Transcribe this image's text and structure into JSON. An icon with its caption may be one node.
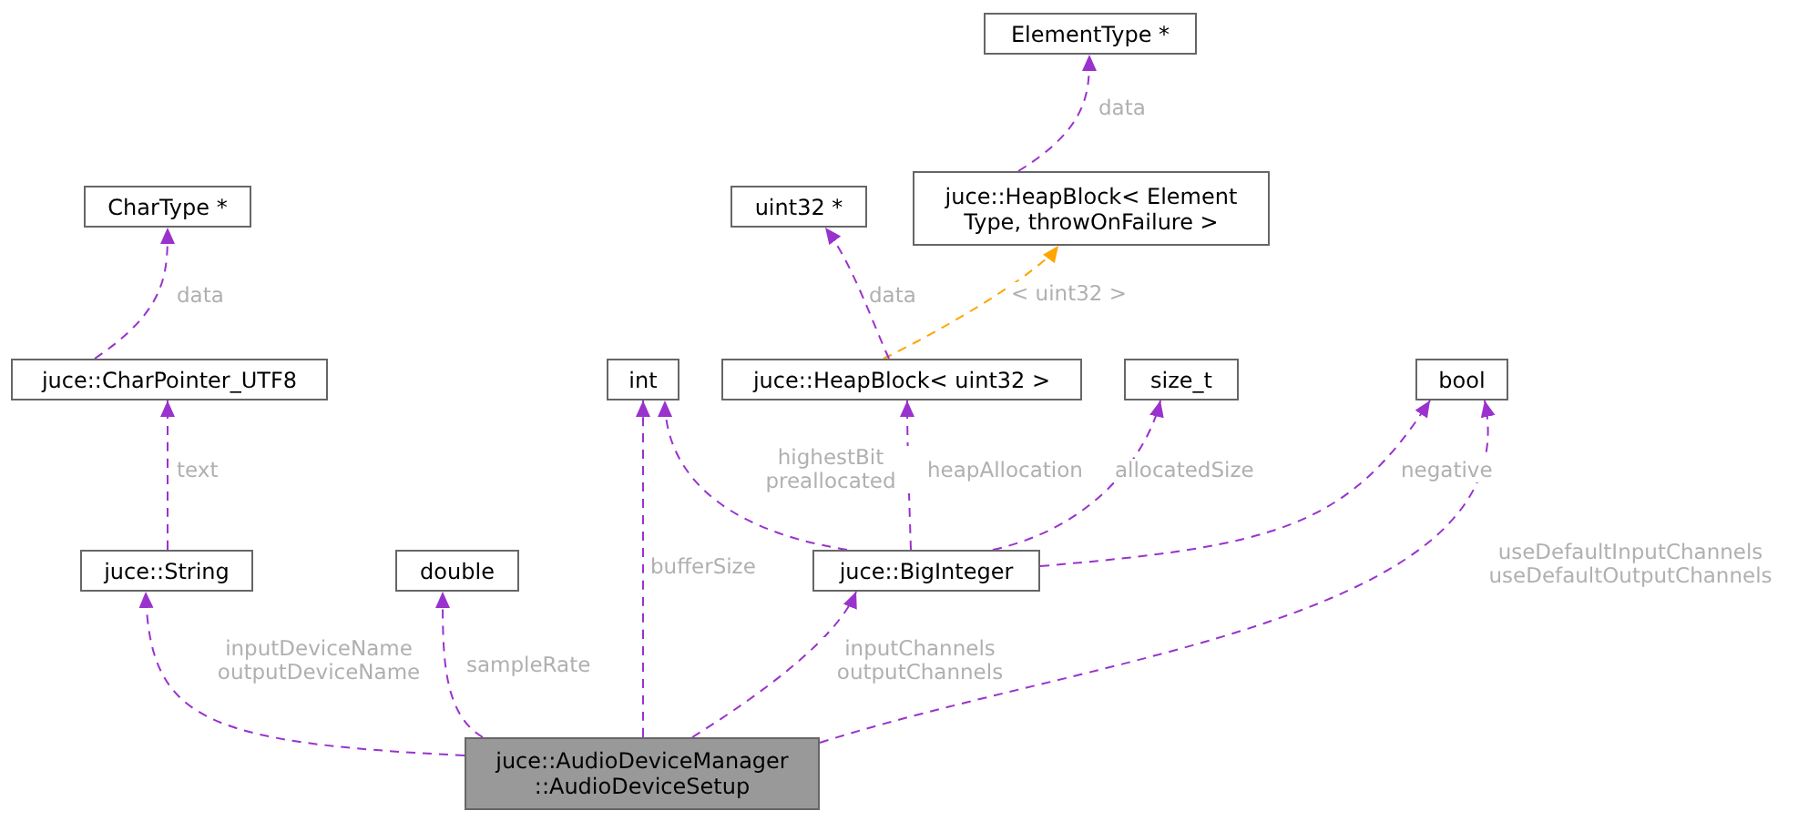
{
  "diagram": {
    "nodes": [
      {
        "text": [
          "ElementType *"
        ]
      },
      {
        "text": [
          "CharType *"
        ]
      },
      {
        "text": [
          "juce::HeapBlock< Element Type, throwOnFailure >"
        ]
      },
      {
        "text": [
          "uint32 *"
        ]
      },
      {
        "text": [
          "juce::CharPointer_UTF8"
        ]
      },
      {
        "text": [
          "int"
        ]
      },
      {
        "text": [
          "juce::HeapBlock< uint32 >"
        ]
      },
      {
        "text": [
          "size_t"
        ]
      },
      {
        "text": [
          "bool"
        ]
      },
      {
        "text": [
          "juce::String"
        ]
      },
      {
        "text": [
          "double"
        ]
      },
      {
        "text": [
          "juce::BigInteger"
        ]
      },
      {
        "text": [
          "juce::AudioDeviceManager ::AudioDeviceSetup"
        ]
      }
    ],
    "edges": [
      {
        "from": 2,
        "to": 0,
        "arrow": "to",
        "label": "data"
      },
      {
        "from": 6,
        "to": 2,
        "arrow": "to",
        "label": "< uint32 >",
        "color": "#ffa500"
      },
      {
        "from": 6,
        "to": 3,
        "arrow": "to",
        "label": "data"
      },
      {
        "from": 4,
        "to": 1,
        "arrow": "to",
        "label": "data"
      },
      {
        "from": 9,
        "to": 4,
        "arrow": "to",
        "label": "text"
      },
      {
        "from": 11,
        "to": 5,
        "arrow": "to",
        "label": "highestBit preallocated"
      },
      {
        "from": 11,
        "to": 6,
        "arrow": "to",
        "label": "heapAllocation"
      },
      {
        "from": 11,
        "to": 7,
        "arrow": "to",
        "label": "allocatedSize"
      },
      {
        "from": 11,
        "to": 8,
        "arrow": "to",
        "label": "negative"
      },
      {
        "from": 12,
        "to": 9,
        "arrow": "to",
        "label": "inputDeviceName outputDeviceName"
      },
      {
        "from": 12,
        "to": 10,
        "arrow": "to",
        "label": "sampleRate"
      },
      {
        "from": 12,
        "to": 5,
        "arrow": "to",
        "label": "bufferSize"
      },
      {
        "from": 12,
        "to": 11,
        "arrow": "to",
        "label": "inputChannels outputChannels"
      },
      {
        "from": 12,
        "to": 8,
        "arrow": "to",
        "label": "useDefaultInputChannels useDefaultOutputChannels"
      }
    ]
  }
}
